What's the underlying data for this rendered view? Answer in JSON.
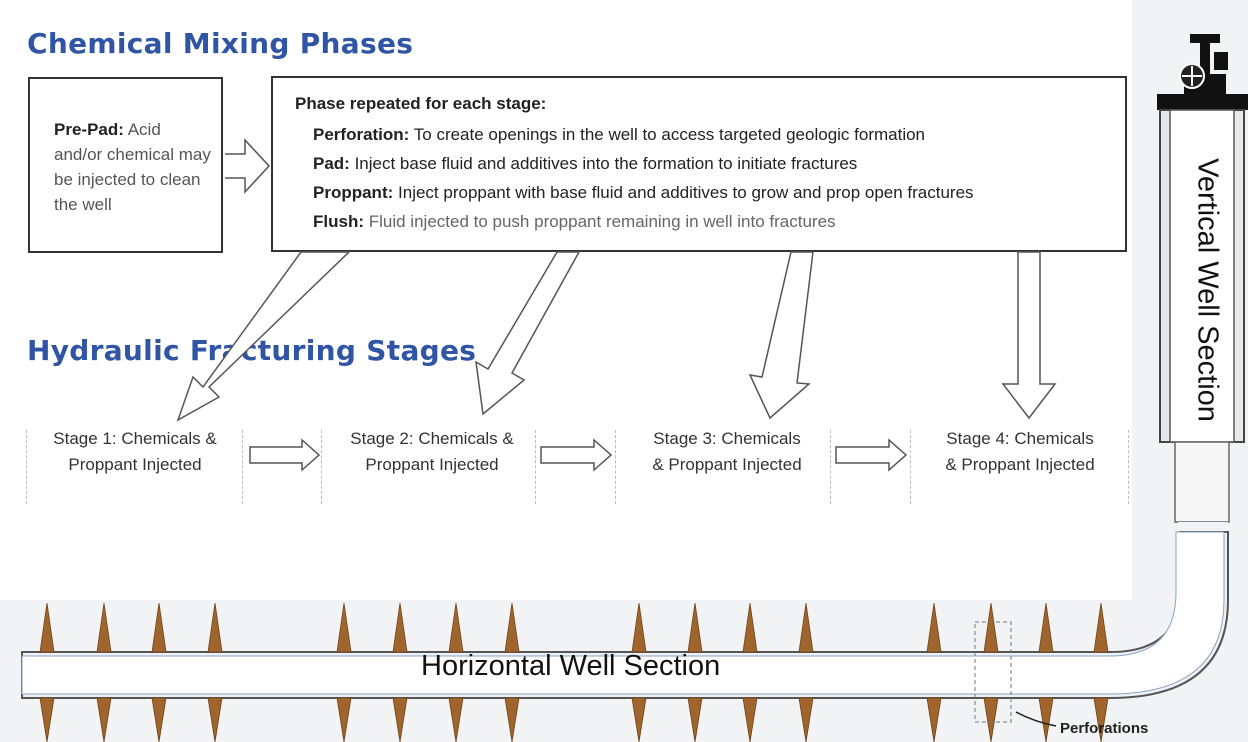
{
  "headings": {
    "mixing": "Chemical Mixing Phases",
    "stages": "Hydraulic Fracturing Stages"
  },
  "prepad": {
    "label": "Pre-Pad:",
    "text": "Acid and/or chemical may be injected to clean the well"
  },
  "phase_box": {
    "title": "Phase repeated for each stage:",
    "items": [
      {
        "label": "Perforation:",
        "text": "To create openings in the well to access targeted geologic formation"
      },
      {
        "label": "Pad:",
        "text": "Inject base fluid and additives into the formation to initiate fractures"
      },
      {
        "label": "Proppant:",
        "text": "Inject proppant with base fluid and additives to grow and prop open fractures"
      },
      {
        "label": "Flush:",
        "text": "Fluid injected to push proppant remaining in well into fractures"
      }
    ]
  },
  "stages": [
    {
      "line1": "Stage 1: Chemicals &",
      "line2": "Proppant Injected"
    },
    {
      "line1": "Stage 2: Chemicals &",
      "line2": "Proppant Injected"
    },
    {
      "line1": "Stage 3: Chemicals",
      "line2": "& Proppant Injected"
    },
    {
      "line1": "Stage 4: Chemicals",
      "line2": "& Proppant Injected"
    }
  ],
  "well": {
    "horizontal_label": "Horizontal Well Section",
    "vertical_label": "Vertical Well Section",
    "perforations_label": "Perforations"
  },
  "colors": {
    "heading": "#2f55a4",
    "fracture": "#a0652d",
    "pipe_outline": "#555555"
  }
}
